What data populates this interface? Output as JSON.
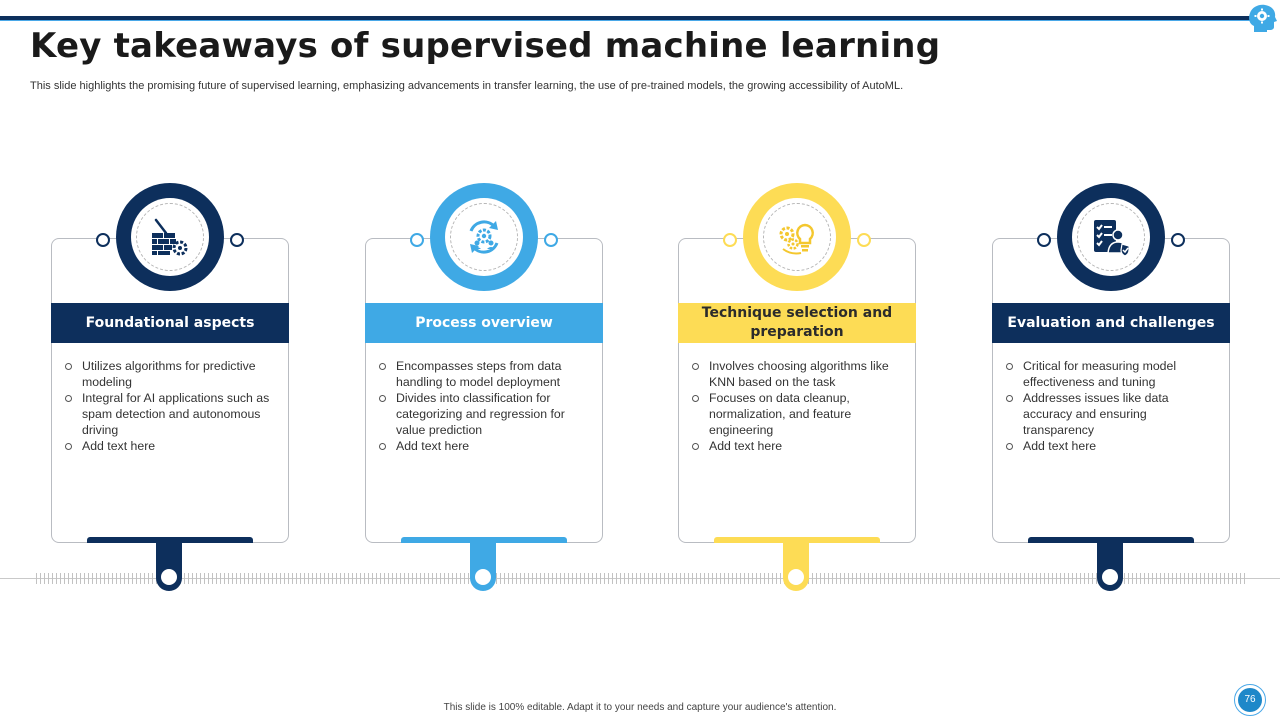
{
  "slide": {
    "title": "Key takeaways of supervised machine learning",
    "subtitle": "This slide highlights the promising future of supervised learning, emphasizing advancements in transfer learning, the use of pre-trained models, the growing accessibility of AutoML.",
    "footer": "This slide is 100% editable.  Adapt it to your needs and capture your audience's attention.",
    "page_number": "76"
  },
  "colors": {
    "navy": "#0d2f5c",
    "sky": "#3fa9e5",
    "yellow": "#fddc55",
    "header_navy": "#0d2f5c"
  },
  "cards": [
    {
      "heading": "Foundational aspects",
      "icon": "algorithm-wall-icon",
      "bullets": [
        "Utilizes algorithms for predictive modeling",
        "Integral for AI applications such as spam detection and autonomous driving",
        "Add text here"
      ]
    },
    {
      "heading": "Process overview",
      "icon": "process-cycle-icon",
      "bullets": [
        "Encompasses steps from data handling to model deployment",
        "Divides into classification for categorizing and regression for value prediction",
        "Add text here"
      ]
    },
    {
      "heading": "Technique selection and preparation",
      "icon": "gear-lightbulb-icon",
      "bullets": [
        "Involves  choosing algorithms like KNN based on the task",
        "Focuses on data cleanup, normalization, and feature engineering",
        "Add text here"
      ]
    },
    {
      "heading": "Evaluation and challenges",
      "icon": "checklist-user-icon",
      "bullets": [
        "Critical for measuring model effectiveness  and tuning",
        "Addresses issues like data accuracy and ensuring transparency",
        "Add text here"
      ]
    }
  ]
}
